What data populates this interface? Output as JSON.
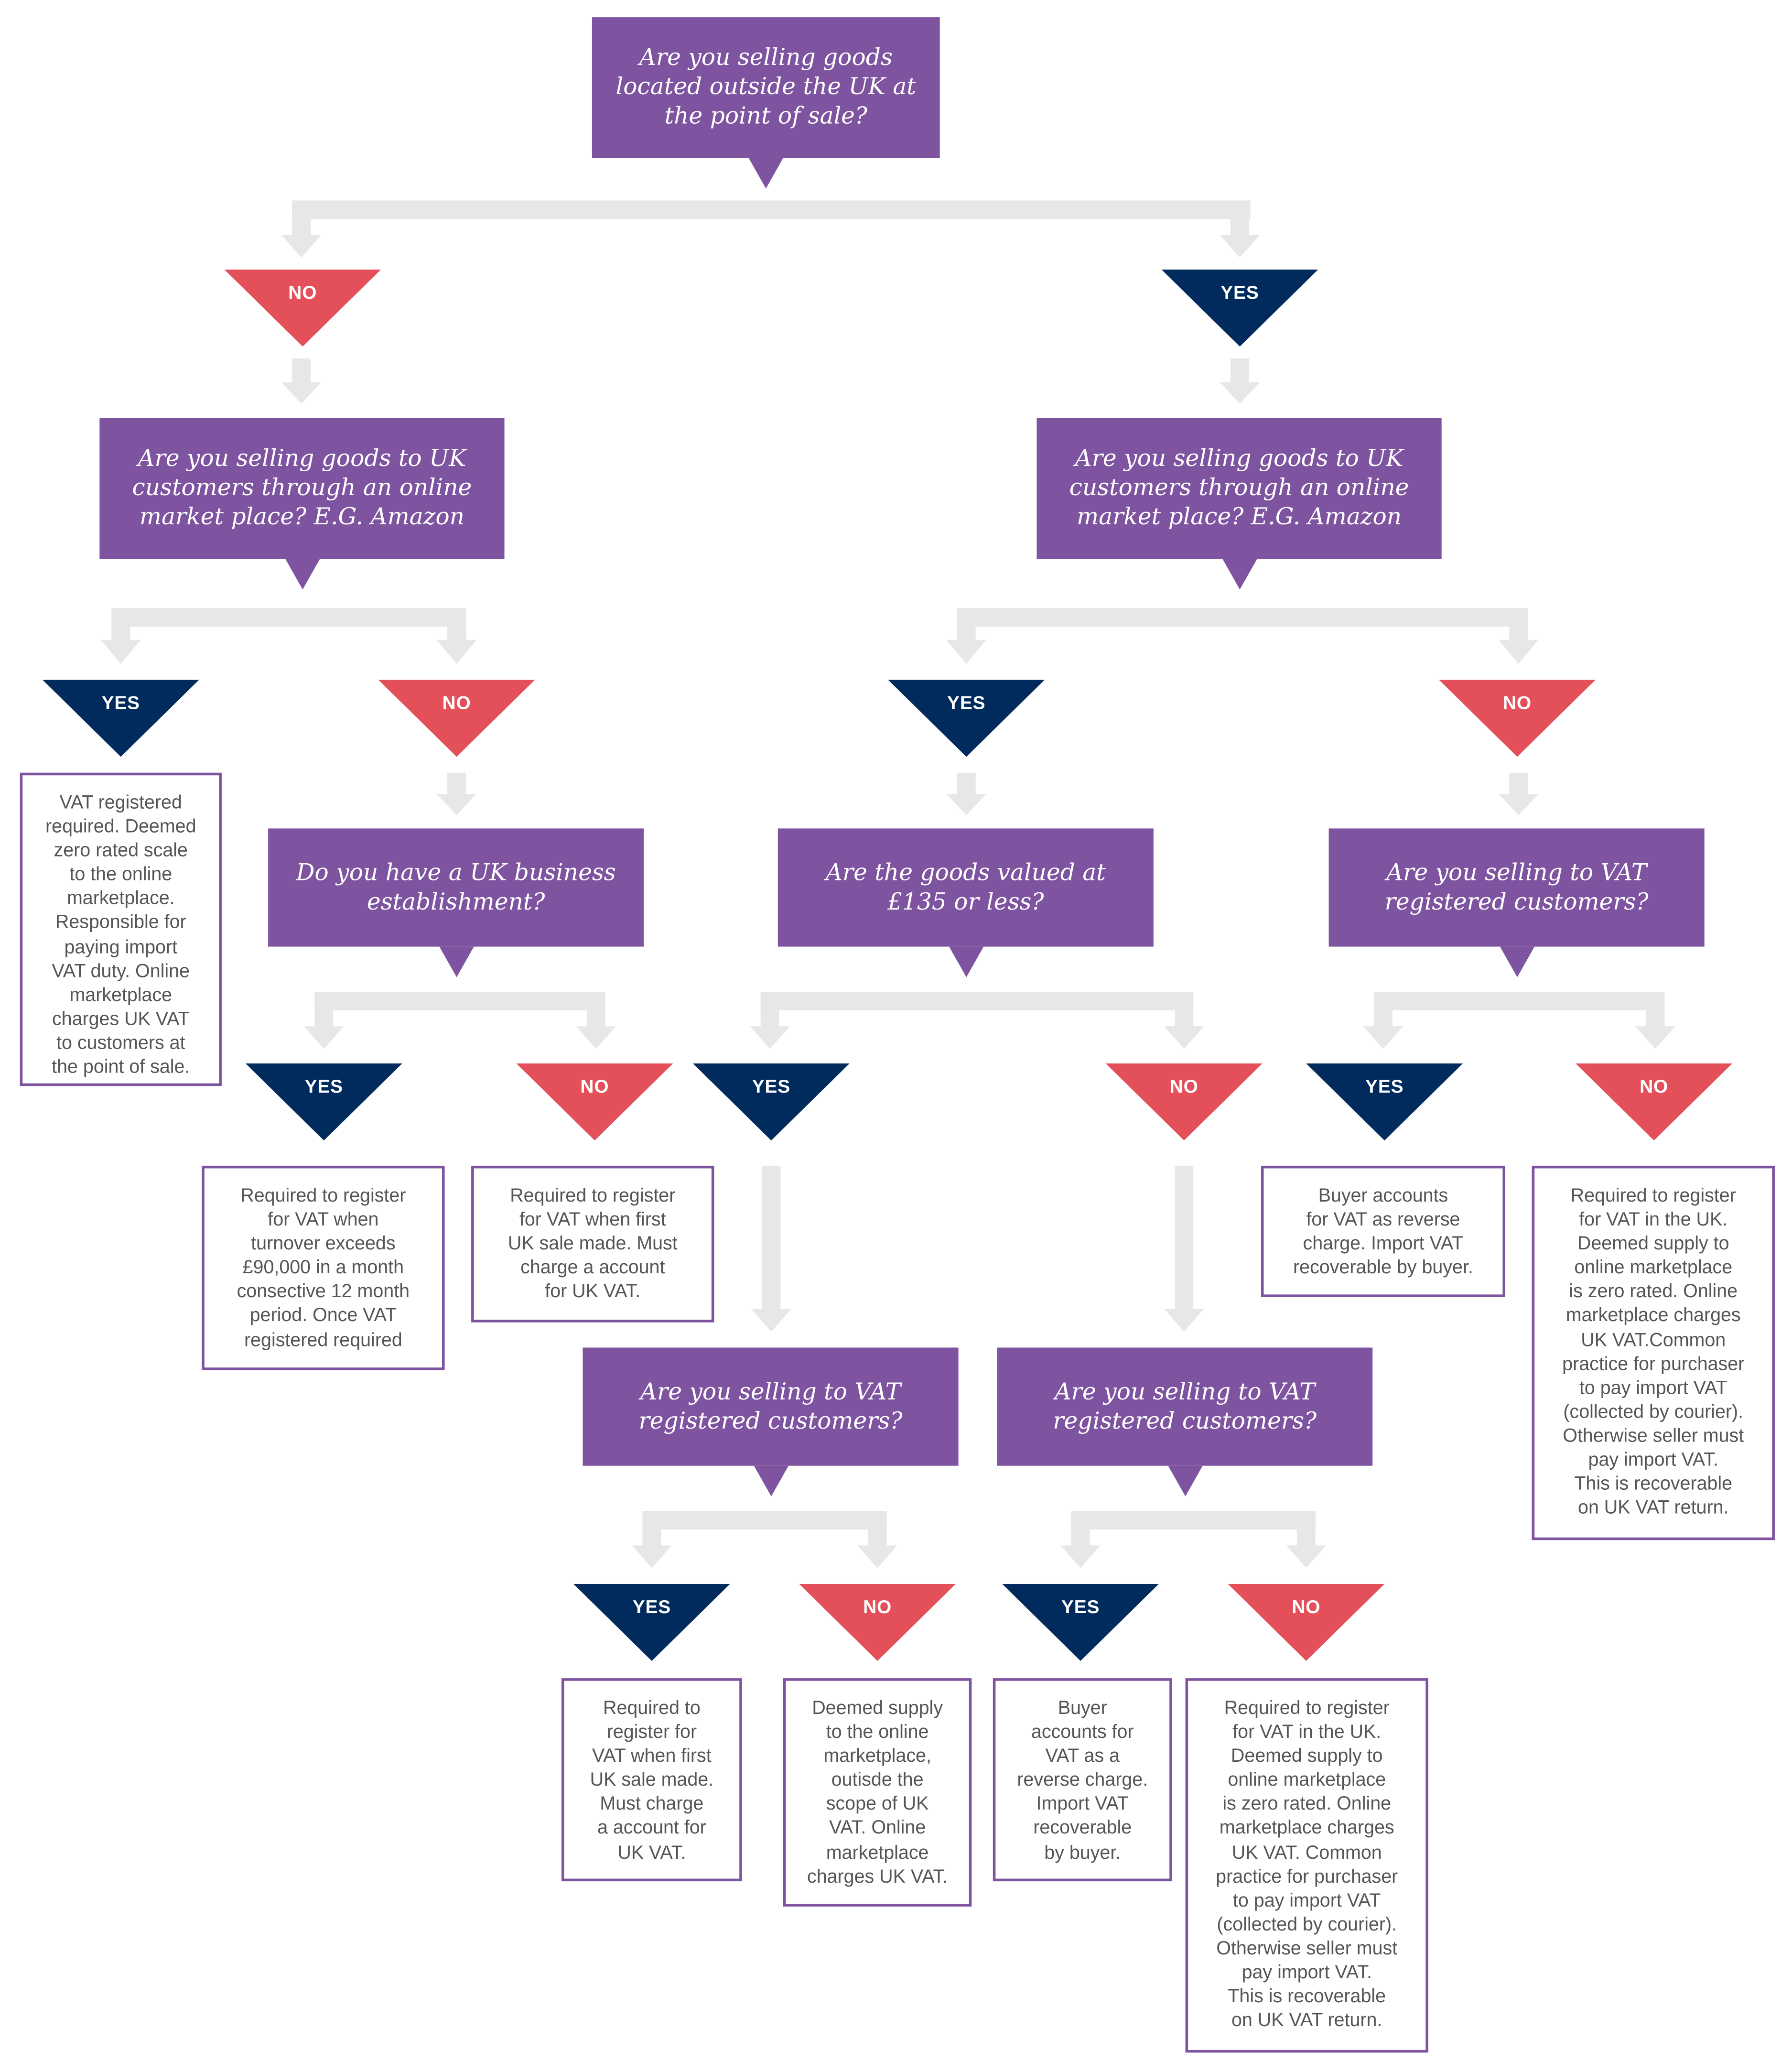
{
  "colors": {
    "question": "#7e53a0",
    "yes": "#002b5c",
    "no": "#e4505a",
    "connector": "#e6e7e9",
    "box_border": "#7e53a0",
    "box_text": "#555555"
  },
  "labels": {
    "yes": "YES",
    "no": "NO"
  },
  "questions": {
    "q1": "Are you selling goods located outside the UK at the point of sale?",
    "q2_left": "Are you selling goods to UK customers through an online market place? E.G. Amazon",
    "q2_right": "Are you selling goods to UK customers through an online market place? E.G. Amazon",
    "q3_uk_establishment": "Do you have a UK business establishment?",
    "q3_value": "Are the goods valued at £135 or less?",
    "q3_vat_customers": "Are you selling to VAT registered customers?",
    "q4_left_vat_customers": "Are you selling to VAT registered customers?",
    "q4_right_vat_customers": "Are you selling to VAT registered customers?"
  },
  "outcomes": {
    "a_left_marketplace_yes": "VAT registered\nrequired. Deemed\nzero rated scale\nto the online\nmarketplace.\nResponsible for\npaying import\nVAT duty. Online\nmarketplace\ncharges UK VAT\nto customers at\nthe point of sale.",
    "b_establishment_yes": "Required to register\nfor VAT when\nturnover exceeds\n£90,000 in a month\nconsective 12 month\nperiod. Once VAT\nregistered required",
    "c_establishment_no": "Required to register\nfor VAT when first\nUK sale made. Must\ncharge a account\nfor UK VAT.",
    "d_vat_customers_yes": "Buyer accounts\nfor VAT as reverse\ncharge. Import VAT\nrecoverable by buyer.",
    "e_vat_customers_no": "Required to register\nfor VAT in the UK.\nDeemed supply to\nonline marketplace\nis zero rated. Online\nmarketplace charges\nUK VAT.Common\npractice for purchaser\nto pay import VAT\n(collected by courier).\nOtherwise seller must\npay import VAT.\nThis is recoverable\non UK VAT return.",
    "f_low_value_yes": "Required to\nregister for\nVAT when first\nUK sale made.\nMust charge\na account for\nUK VAT.",
    "g_low_value_no": "Deemed supply\nto  the online\nmarketplace,\noutisde the\nscope of UK\nVAT. Online\nmarketplace\ncharges UK VAT.",
    "h_high_value_yes": "Buyer\naccounts for\nVAT as a\nreverse charge.\nImport VAT\nrecoverable\nby buyer.",
    "i_high_value_no": "Required to register\nfor VAT in the UK.\nDeemed supply to\nonline marketplace\nis zero rated. Online\nmarketplace charges\nUK VAT. Common\npractice for purchaser\nto pay import VAT\n(collected by courier).\nOtherwise seller must\npay import VAT.\nThis is recoverable\non UK VAT return."
  }
}
